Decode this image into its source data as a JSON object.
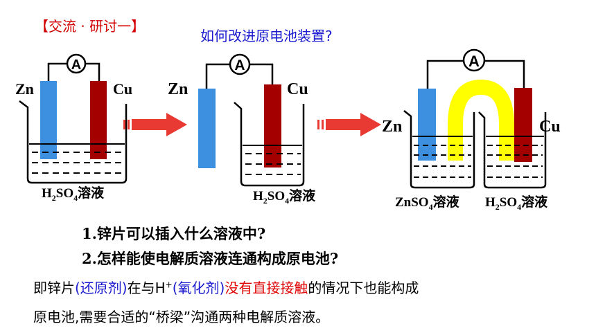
{
  "heading": "【交流 · 研讨一】",
  "question_title": "如何改进原电池装置?",
  "meter_symbol": "A",
  "electrodes": {
    "zn": "Zn",
    "cu": "Cu"
  },
  "solution_labels": {
    "fig1": {
      "formula": [
        "H",
        "2",
        "SO",
        "4"
      ],
      "suffix": "溶液"
    },
    "fig2": {
      "formula": [
        "H",
        "2",
        "SO",
        "4"
      ],
      "suffix": "溶液"
    },
    "fig3_left": {
      "formula": [
        "ZnSO",
        "4"
      ],
      "suffix": "溶液"
    },
    "fig3_right": {
      "formula": [
        "H",
        "2",
        "SO",
        "4"
      ],
      "suffix": "溶液"
    }
  },
  "questions": [
    "1.锌片可以插入什么溶液中?",
    "2.怎样能使电解质溶液连通构成原电池?"
  ],
  "explanation": {
    "line1": {
      "p1": "即锌片",
      "p2": "(还原剂)",
      "p3": "在与H",
      "p3_sup": "+",
      "p4": "(氧化剂)",
      "p5": "没有直接接触",
      "p6": "的情况下也能构成"
    },
    "line2": "原电池,需要合适的“桥梁”沟通两种电解质溶液。"
  },
  "colors": {
    "zn_electrode": "#3d8fe0",
    "cu_electrode": "#a50000",
    "salt_bridge": "#ffff00",
    "arrow": "#e83a32",
    "heading": "#d40000",
    "highlight_blue": "#1a1ad0",
    "highlight_red": "#e00000"
  }
}
